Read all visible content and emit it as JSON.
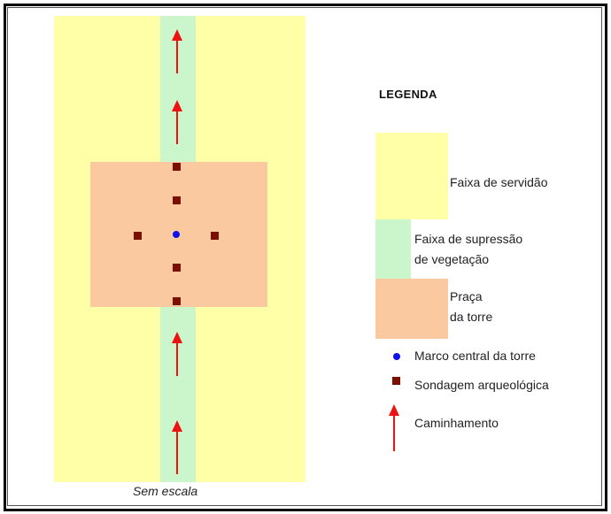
{
  "colors": {
    "faixa_servidao": "#feffa6",
    "faixa_supressao": "#cbf5ca",
    "praca_torre": "#fbc9a0",
    "marco": "#1010ee",
    "sondagem": "#7a0f00",
    "caminhamento": "#ee1111"
  },
  "diagram": {
    "caption": "Sem escala",
    "icons": {
      "marco": "blue-dot-icon",
      "sondagem": "dark-red-square-icon",
      "caminhamento": "red-up-arrow-icon"
    }
  },
  "legend": {
    "title": "LEGENDA",
    "faixa_servidao": "Faixa de servidão",
    "faixa_supressao_l1": "Faixa de supressão",
    "faixa_supressao_l2": "de vegetação",
    "praca_l1": "Praça",
    "praca_l2": "da torre",
    "marco": "Marco central da torre",
    "sondagem": "Sondagem arqueológica",
    "caminhamento": "Caminhamento"
  }
}
